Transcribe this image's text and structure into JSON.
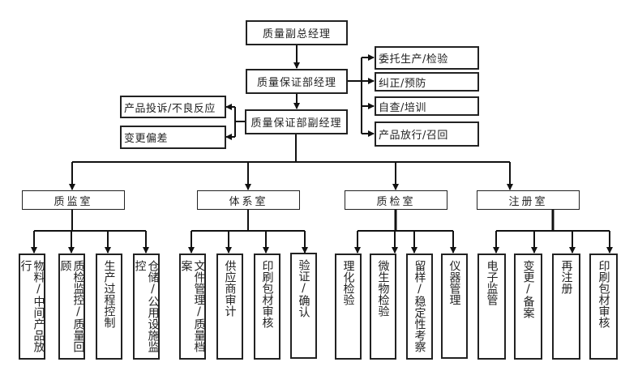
{
  "chart": {
    "top": "质量副总经理",
    "manager": "质量保证部经理",
    "deputy": "质量保证部副经理",
    "manager_duties": [
      "委托生产/检验",
      "纠正/预防",
      "自查/培训",
      "产品放行/召回"
    ],
    "deputy_duties": [
      "产品投诉/不良反应",
      "变更偏差"
    ],
    "departments": [
      {
        "name": "质监室",
        "tasks": [
          "物料/中间产品放行",
          "质检监控/质量回顾",
          "生产过程控制",
          "仓储/公用设施监控"
        ]
      },
      {
        "name": "体系室",
        "tasks": [
          "文件管理/质量档案",
          "供应商审计",
          "印刷包材审核",
          "验证/确认"
        ]
      },
      {
        "name": "质检室",
        "tasks": [
          "理化检验",
          "微生物检验",
          "留样/稳定性考察",
          "仪器管理"
        ]
      },
      {
        "name": "注册室",
        "tasks": [
          "电子监管",
          "变更/备案",
          "再注册",
          "印刷包材审核"
        ]
      }
    ]
  }
}
